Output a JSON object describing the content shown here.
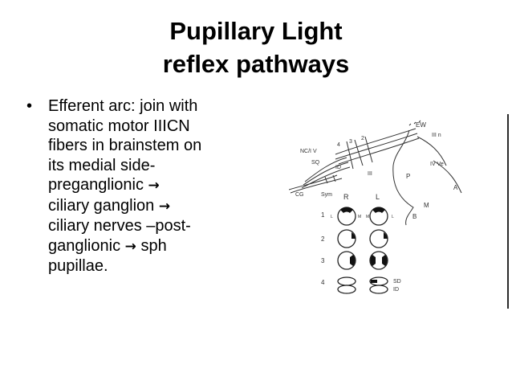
{
  "title": {
    "line1": "Pupillary Light",
    "line2": "reflex pathways"
  },
  "bullet": {
    "marker": "•",
    "lines": [
      "Efferent arc: join with",
      "somatic motor IIICN",
      "fibers in brainstem on",
      "its medial side-",
      "preganglionic",
      "ciliary ganglion",
      "ciliary nerves –post-",
      "ganglionic",
      "pupillae."
    ],
    "arrow": "→",
    "tail": "sph"
  },
  "diagram": {
    "labels": {
      "ew": "EW",
      "iiin": "III n",
      "ncv": "NC/I V",
      "num4": "4",
      "num3": "3",
      "num2": "2",
      "sq": "SQ",
      "id_top": "ID",
      "iii": "III",
      "p": "P",
      "ivve": "IV Ve",
      "a": "A",
      "cg": "CG",
      "sym": "Sym",
      "r": "R",
      "l": "L",
      "m": "M",
      "b": "B",
      "row1": "1",
      "row2": "2",
      "row3": "3",
      "row4": "4",
      "small_l": "L",
      "small_m1": "M",
      "small_m2": "M",
      "small_l2": "L",
      "sd": "SD",
      "id_bottom": "ID"
    }
  }
}
